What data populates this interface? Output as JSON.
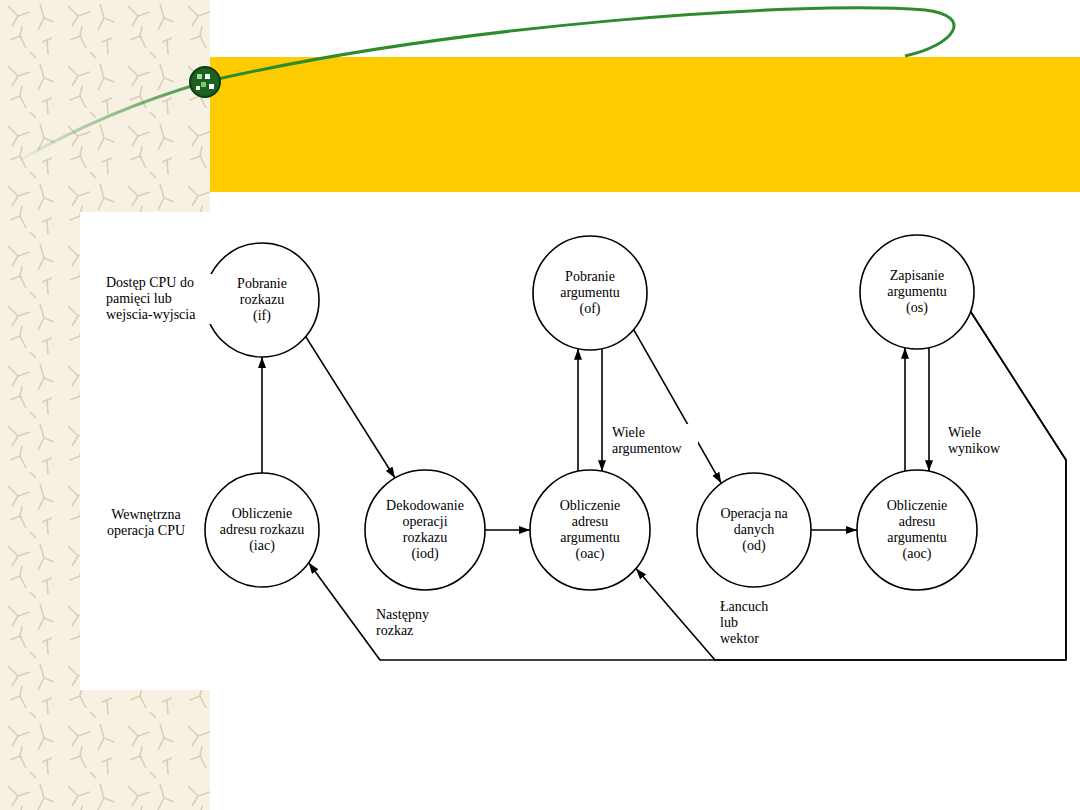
{
  "diagram": {
    "nodes": [
      {
        "text": [
          "Pobranie rozkazu",
          "(if)"
        ]
      },
      {
        "text": [
          "Pobranie argumentu",
          "(of)"
        ]
      },
      {
        "text": [
          "Zapisanie argumentu",
          "(os)"
        ]
      },
      {
        "text": [
          "Obliczenie adresu rozkazu",
          "(iac)"
        ]
      },
      {
        "text": [
          "Dekodowanie operacji rozkazu",
          "(iod)"
        ]
      },
      {
        "text": [
          "Obliczenie adresu argumentu",
          "(oac)"
        ]
      },
      {
        "text": [
          "Operacja na danych",
          "(od)"
        ]
      },
      {
        "text": [
          "Obliczenie adresu argumentu",
          "(aoc)"
        ]
      }
    ],
    "edges": [
      {
        "from": 3,
        "to": 0,
        "arrow": "to"
      },
      {
        "from": 0,
        "to": 4,
        "arrow": "to"
      },
      {
        "from": 4,
        "to": 5,
        "arrow": "to"
      },
      {
        "from": 5,
        "to": 1,
        "arrow": "to"
      },
      {
        "from": 1,
        "to": 5,
        "arrow": "to",
        "label": "Wiele argumentow"
      },
      {
        "from": 1,
        "to": 6,
        "arrow": "to"
      },
      {
        "from": 6,
        "to": 7,
        "arrow": "to"
      },
      {
        "from": 7,
        "to": 2,
        "arrow": "to"
      },
      {
        "from": 2,
        "to": 7,
        "arrow": "to",
        "label": "Wiele wynikow"
      },
      {
        "from": 2,
        "to": 3,
        "arrow": "to",
        "label": "Następny rozkaz"
      },
      {
        "from": 2,
        "to": 5,
        "arrow": "to",
        "label": "Łancuch lub wektor"
      }
    ],
    "labels": [
      "Dostęp CPU do pamięci lub wejscia-wyjscia",
      "Wewnętrzna operacja CPU"
    ]
  }
}
